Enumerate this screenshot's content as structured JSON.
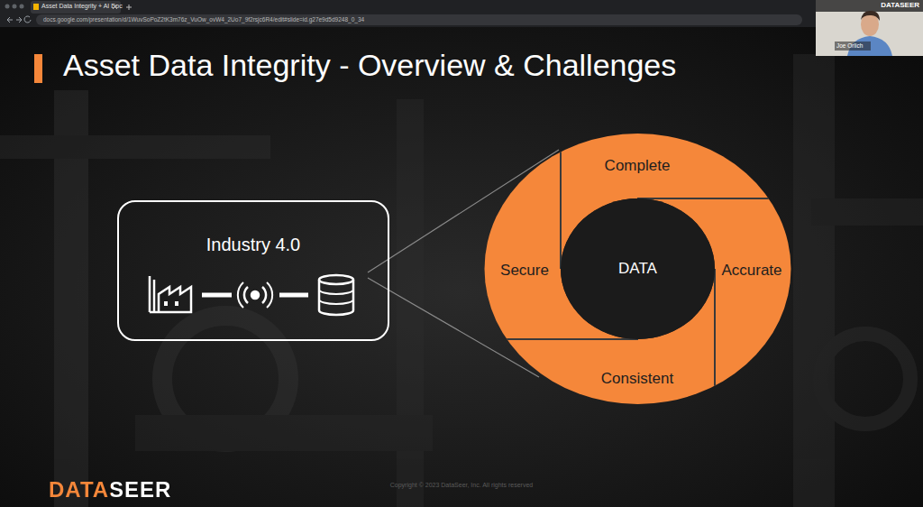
{
  "diagram": {
    "title": "Asset Data Integrity - Overview & Challenges",
    "nodes": [
      {
        "text": [
          "Industry 4.0"
        ]
      },
      {
        "text": [
          "Complete"
        ]
      },
      {
        "text": [
          "Accurate"
        ]
      },
      {
        "text": [
          "Consistent"
        ]
      },
      {
        "text": [
          "Secure"
        ]
      },
      {
        "text": [
          "DATA"
        ]
      }
    ],
    "labels": [
      "Asset Data Integrity + AI Doc",
      "docs.google.com/presentation/d/1WuvSoPoZ2tK3m76z_VuOw_ovW4_2Uo7_9f2rsjc6R4/edit#slide=id.g27e9d5d9248_0_34",
      "DATASEER",
      "Joe Orlich",
      "Copyright © 2023 DataSeer, Inc. All rights reserved",
      "DATASEER"
    ]
  }
}
